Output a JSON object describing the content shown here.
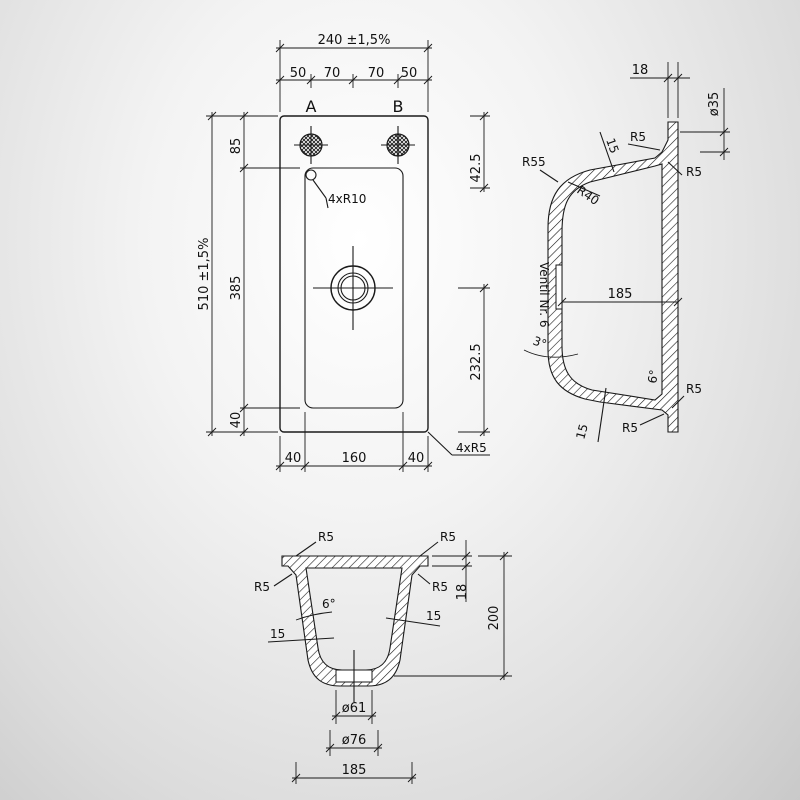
{
  "top_view": {
    "width_total": "240 ±1,5%",
    "seg_a": "50",
    "seg_b": "70",
    "seg_c": "70",
    "seg_d": "50",
    "label_a": "A",
    "label_b": "B",
    "height_total": "510 ±1,5%",
    "height_top": "85",
    "height_mid": "385",
    "height_bottom": "40",
    "right_top": "42.5",
    "right_drain": "232.5",
    "corner_radius": "4xR10",
    "outer_radius": "4xR5",
    "bottom_left": "40",
    "bottom_mid": "160",
    "bottom_right": "40"
  },
  "side_view": {
    "flange": "18",
    "dia_top": "ø35",
    "r5_top": "R5",
    "thick_top": "15",
    "r55": "R55",
    "r40": "R40",
    "r5_right_top": "R5",
    "valve": "Ventil Nr. 6",
    "width": "185",
    "angle_3": "3°",
    "angle_6": "6°",
    "r5_right_bottom": "R5",
    "thick_bottom": "15",
    "r5_bottom": "R5"
  },
  "front_view": {
    "r5_top_left": "R5",
    "r5_top_right": "R5",
    "r5_left": "R5",
    "r5_right": "R5",
    "flange": "18",
    "height": "200",
    "angle": "6°",
    "thick_left": "15",
    "thick_right": "15",
    "drain_inner": "ø61",
    "drain_outer": "ø76",
    "width": "185"
  }
}
